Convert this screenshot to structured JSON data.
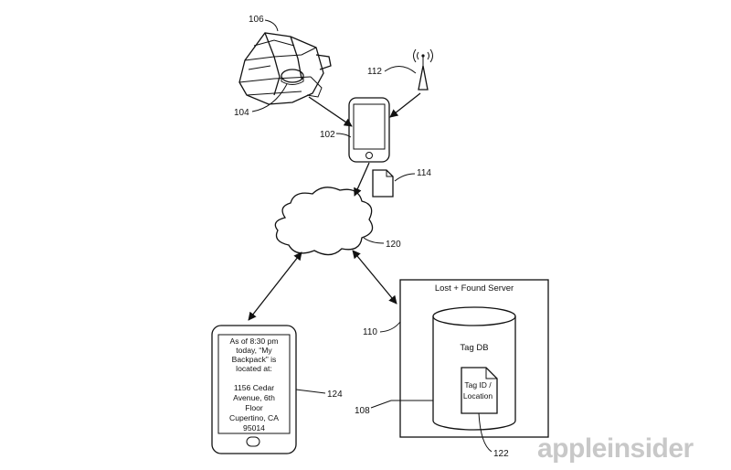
{
  "labels": {
    "tag_device": "106",
    "tag_button": "104",
    "beacon": "112",
    "phone": "102",
    "message": "114",
    "network": "120",
    "server": "110",
    "database_ref": "108",
    "record_ref": "122",
    "client_phone": "124"
  },
  "server": {
    "title": "Lost + Found Server",
    "db_title": "Tag DB",
    "record_line1": "Tag ID /",
    "record_line2": "Location"
  },
  "client_screen": {
    "lines": [
      "As of 8:30 pm",
      "today, “My",
      "Backpack” is",
      "located at:",
      "",
      "1156 Cedar",
      "Avenue, 6th",
      "Floor",
      "Cupertino, CA",
      "95014"
    ]
  },
  "watermark": "appleinsider"
}
